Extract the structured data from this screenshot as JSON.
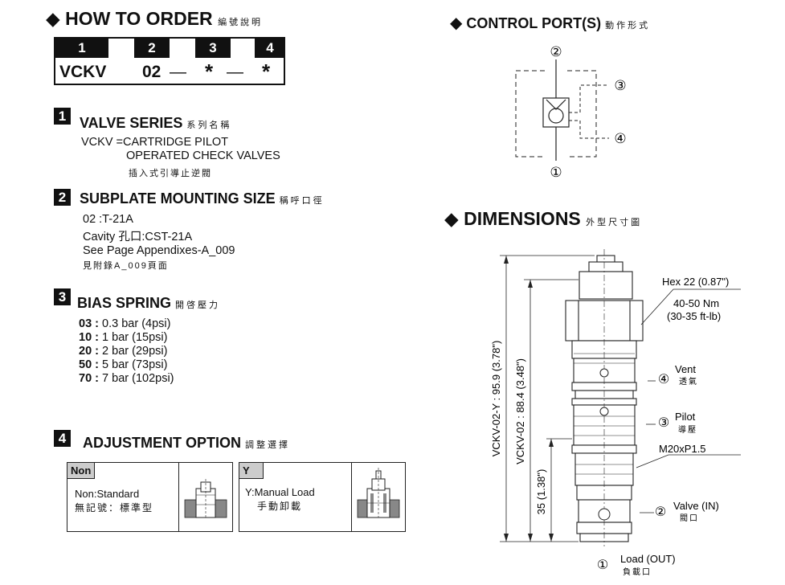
{
  "how_to_order": {
    "diamond": "◆",
    "title": "HOW TO  ORDER",
    "title_cn": "編號說明",
    "headers": [
      "1",
      "2",
      "3",
      "4"
    ],
    "values": [
      "VCKV",
      "02",
      "—",
      "*",
      "—",
      "*"
    ]
  },
  "sections": [
    {
      "num": "1",
      "title": "VALVE SERIES",
      "title_cn": "系列名稱",
      "lines": [
        "VCKV =CARTRIDGE PILOT",
        "OPERATED CHECK VALVES"
      ],
      "cn": "插入式引導止逆閥"
    },
    {
      "num": "2",
      "title": "SUBPLATE MOUNTING SIZE",
      "title_cn": "稱呼口徑",
      "lines": [
        "02 :T-21A",
        "Cavity 孔口:CST-21A",
        "See Page Appendixes-A_009"
      ],
      "cn": "見附錄A_009頁面"
    },
    {
      "num": "3",
      "title": "BIAS SPRING",
      "title_cn": "開啓壓力",
      "springs": [
        {
          "code": "03 :",
          "value": "0.3 bar (4psi)"
        },
        {
          "code": "10 :",
          "value": "1 bar (15psi)"
        },
        {
          "code": "20 :",
          "value": "2 bar (29psi)"
        },
        {
          "code": "50 :",
          "value": "5 bar (73psi)"
        },
        {
          "code": "70 :",
          "value": "7 bar (102psi)"
        }
      ]
    },
    {
      "num": "4",
      "title": "ADJUSTMENT OPTION",
      "title_cn": "調整選擇",
      "options": [
        {
          "code": "Non",
          "desc": "Non:Standard",
          "cn": "無記號：標準型"
        },
        {
          "code": "Y",
          "desc": "Y:Manual Load",
          "cn": "手動卸載"
        }
      ]
    }
  ],
  "control_ports": {
    "diamond": "◆",
    "title": "CONTROL PORT(S)",
    "title_cn": "動作形式",
    "ports": [
      "②",
      "③",
      "④",
      "①"
    ]
  },
  "dimensions": {
    "diamond": "◆",
    "title": "DIMENSIONS",
    "title_cn": "外型尺寸圖",
    "hex": "Hex 22 (0.87\")",
    "torque": "40-50 Nm",
    "torque_ftlb": "(30-35 ft-lb)",
    "vent_num": "④",
    "vent": "Vent",
    "vent_cn": "透氣",
    "pilot_num": "③",
    "pilot": "Pilot",
    "pilot_cn": "導壓",
    "thread": "M20xP1.5",
    "valve_num": "②",
    "valve": "Valve (IN)",
    "valve_cn": "閥口",
    "load_num": "①",
    "load": "Load (OUT)",
    "load_cn": "負載口",
    "dim_y": "VCKV-02-Y : 95.9 (3.78\")",
    "dim_std": "VCKV-02 : 88.4 (3.48\")",
    "dim_35": "35 (1.38\")"
  },
  "colors": {
    "ink": "#111111",
    "hatch": "#888888",
    "header_bg": "#111111"
  }
}
